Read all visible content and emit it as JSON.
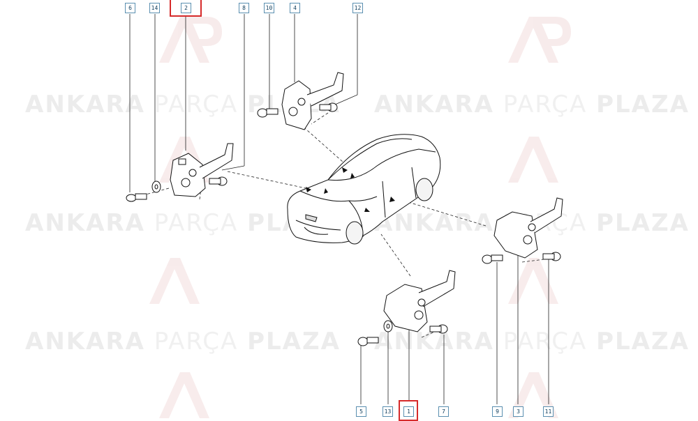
{
  "watermark": {
    "word1": "ANKARA",
    "word2": "PARÇA",
    "word3": "PLAZA",
    "logo": "AP"
  },
  "callouts": {
    "top": [
      "6",
      "14",
      "2",
      "8",
      "10",
      "4",
      "12"
    ],
    "bottom": [
      "5",
      "13",
      "1",
      "7",
      "9",
      "3",
      "11"
    ]
  },
  "highlighted": [
    "2",
    "1"
  ],
  "colors": {
    "highlight": "#d62a2a",
    "callout_border": "#5a8fb0",
    "watermark": "#ececec"
  }
}
